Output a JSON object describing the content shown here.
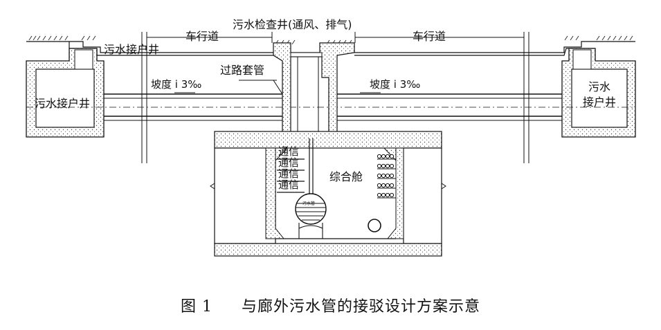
{
  "labels": {
    "inspection_well": "污水检查井(通风、排气)",
    "carriageway_left": "车行道",
    "carriageway_right": "车行道",
    "household_well_top": "污水接户井",
    "household_well_left": "污水接户井",
    "household_well_right_1": "污水",
    "household_well_right_2": "接户井",
    "casing_pipe": "过路套管",
    "slope_left": "坡度 i 3‰",
    "slope_right": "坡度 i 3‰",
    "comm_lines": [
      "通信",
      "通信",
      "通信",
      "通信"
    ],
    "compartment": "综合舱",
    "pipe_small_label": "污水管"
  },
  "caption": {
    "fig_no": "图 1",
    "title": "与廊外污水管的接驳设计方案示意"
  },
  "colors": {
    "line": "#111111",
    "hatch": "#333333",
    "fill": "#ffffff"
  }
}
